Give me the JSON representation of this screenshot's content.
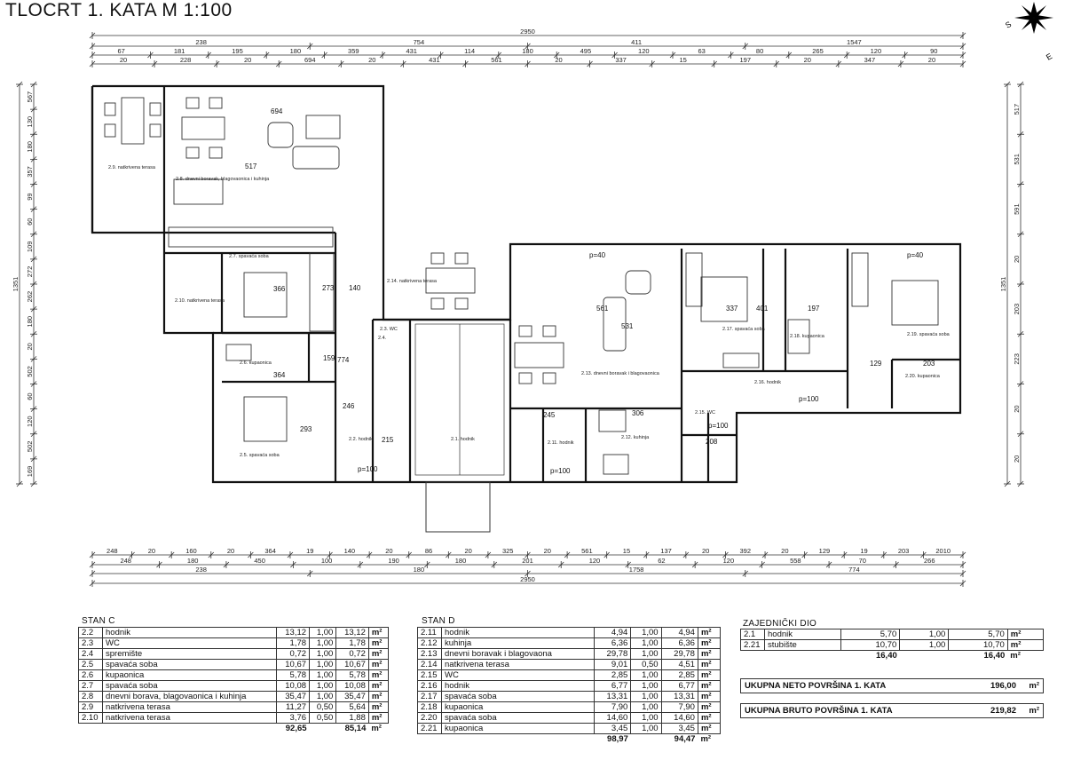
{
  "title": "TLOCRT 1. KATA M 1:100",
  "compass": {
    "s": "S",
    "e": "E"
  },
  "dims_top": {
    "total": "2950",
    "row1": [
      "238",
      "754",
      "411",
      "1547"
    ],
    "row2": [
      "67",
      "181",
      "195",
      "180",
      "359",
      "431",
      "114",
      "180",
      "495",
      "120",
      "63",
      "80",
      "265",
      "120",
      "90"
    ],
    "row3": [
      "20",
      "228",
      "20",
      "694",
      "20",
      "431",
      "561",
      "20",
      "337",
      "15",
      "197",
      "20",
      "347",
      "20"
    ]
  },
  "dims_bottom": {
    "row1": [
      "248",
      "20",
      "160",
      "20",
      "364",
      "19",
      "140",
      "20",
      "86",
      "20",
      "325",
      "20",
      "561",
      "15",
      "137",
      "20",
      "392",
      "20",
      "129",
      "19",
      "203",
      "2010"
    ],
    "row2": [
      "248",
      "180",
      "450",
      "100",
      "190",
      "180",
      "201",
      "120",
      "62",
      "120",
      "558",
      "70",
      "266"
    ],
    "row3": [
      "238",
      "180",
      "1758",
      "774"
    ],
    "total": "2950"
  },
  "dims_left": [
    "1351",
    "567",
    "130",
    "180",
    "357",
    "99",
    "60",
    "109",
    "272",
    "262",
    "180",
    "20",
    "502",
    "60",
    "120",
    "502",
    "169"
  ],
  "dims_right": [
    "1351",
    "517",
    "531",
    "591",
    "20",
    "203",
    "223",
    "20",
    "20"
  ],
  "rooms": [
    {
      "label": "2.9. natkrivena terasa"
    },
    {
      "label": "2.8. dnevni boravak, blagovaonica i kuhinja"
    },
    {
      "label": "2.7. spavaća soba"
    },
    {
      "label": "2.10. natkrivena terasa"
    },
    {
      "label": "2.6. kupaonica"
    },
    {
      "label": "2.5. spavaća soba"
    },
    {
      "label": "2.2. hodnik"
    },
    {
      "label": "2.3. WC"
    },
    {
      "label": "2.4."
    },
    {
      "label": "2.1. hodnik"
    },
    {
      "label": "2.14. natkrivena terasa"
    },
    {
      "label": "2.13. dnevni boravak i blagovaonica"
    },
    {
      "label": "2.11. hodnik"
    },
    {
      "label": "2.12. kuhinja"
    },
    {
      "label": "2.15. WC"
    },
    {
      "label": "2.16. hodnik"
    },
    {
      "label": "2.17. spavaća soba"
    },
    {
      "label": "2.18. kupaonica"
    },
    {
      "label": "2.19. spavaća soba"
    },
    {
      "label": "2.20. kupaonica"
    }
  ],
  "room_dims": [
    "694",
    "517",
    "140",
    "366",
    "273",
    "774",
    "364",
    "159",
    "246",
    "293",
    "215",
    "561",
    "531",
    "245",
    "306",
    "208",
    "337",
    "401",
    "197",
    "129",
    "203",
    "p=40",
    "p=40",
    "p=100",
    "p=100",
    "p=100",
    "p=100"
  ],
  "stan_c": {
    "caption": "STAN C",
    "rows": [
      [
        "2.2",
        "hodnik",
        "13,12",
        "1,00",
        "13,12"
      ],
      [
        "2.3",
        "WC",
        "1,78",
        "1,00",
        "1,78"
      ],
      [
        "2.4",
        "spremište",
        "0,72",
        "1,00",
        "0,72"
      ],
      [
        "2.5",
        "spavaća soba",
        "10,67",
        "1,00",
        "10,67"
      ],
      [
        "2.6",
        "kupaonica",
        "5,78",
        "1,00",
        "5,78"
      ],
      [
        "2.7",
        "spavaća soba",
        "10,08",
        "1,00",
        "10,08"
      ],
      [
        "2.8",
        "dnevni borava, blagovaonica i kuhinja",
        "35,47",
        "1,00",
        "35,47"
      ],
      [
        "2.9",
        "natkrivena terasa",
        "11,27",
        "0,50",
        "5,64"
      ],
      [
        "2.10",
        "natkrivena terasa",
        "3,76",
        "0,50",
        "1,88"
      ]
    ],
    "total_gross": "92,65",
    "total_net": "85,14"
  },
  "stan_d": {
    "caption": "STAN D",
    "rows": [
      [
        "2.11",
        "hodnik",
        "4,94",
        "1,00",
        "4,94"
      ],
      [
        "2.12",
        "kuhinja",
        "6,36",
        "1,00",
        "6,36"
      ],
      [
        "2.13",
        "dnevni boravak i blagovaona",
        "29,78",
        "1,00",
        "29,78"
      ],
      [
        "2.14",
        "natkrivena terasa",
        "9,01",
        "0,50",
        "4,51"
      ],
      [
        "2.15",
        "WC",
        "2,85",
        "1,00",
        "2,85"
      ],
      [
        "2.16",
        "hodnik",
        "6,77",
        "1,00",
        "6,77"
      ],
      [
        "2.17",
        "spavaća soba",
        "13,31",
        "1,00",
        "13,31"
      ],
      [
        "2.18",
        "kupaonica",
        "7,90",
        "1,00",
        "7,90"
      ],
      [
        "2.20",
        "spavaća soba",
        "14,60",
        "1,00",
        "14,60"
      ],
      [
        "2.21",
        "kupaonica",
        "3,45",
        "1,00",
        "3,45"
      ]
    ],
    "total_gross": "98,97",
    "total_net": "94,47"
  },
  "zajednicki": {
    "caption": "ZAJEDNIČKI DIO",
    "rows": [
      [
        "2.1",
        "hodnik",
        "5,70",
        "1,00",
        "5,70"
      ],
      [
        "2.21",
        "stubište",
        "10,70",
        "1,00",
        "10,70"
      ]
    ],
    "total_gross": "16,40",
    "total_net": "16,40"
  },
  "unit": "m²",
  "neto": {
    "label": "UKUPNA NETO POVRŠINA 1. KATA",
    "value": "196,00",
    "unit": "m²"
  },
  "bruto": {
    "label": "UKUPNA BRUTO POVRŠINA 1. KATA",
    "value": "219,82",
    "unit": "m²"
  }
}
